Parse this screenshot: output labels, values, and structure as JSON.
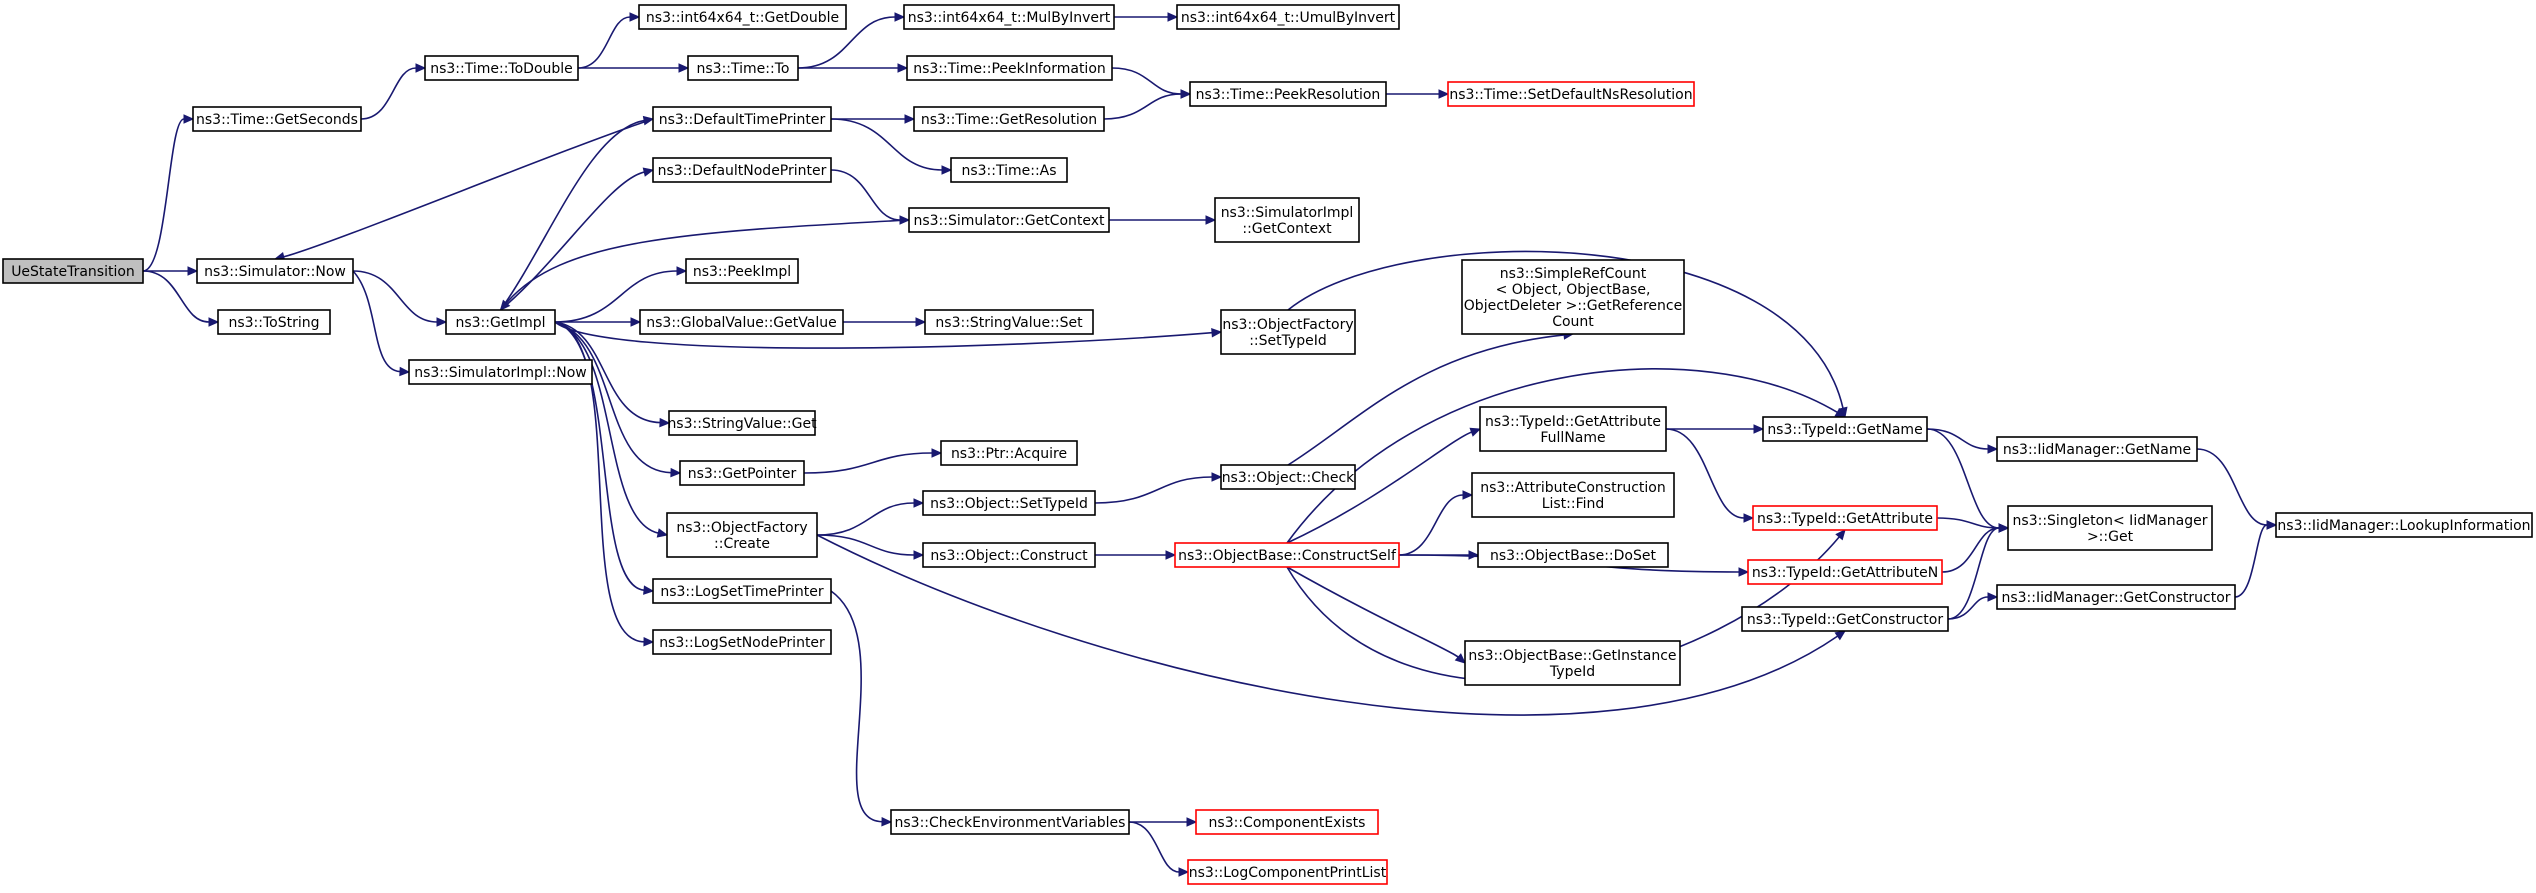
{
  "graph": {
    "root": "uestate",
    "colors": {
      "edge": "#191970",
      "node_border": "#000000",
      "incomplete_border": "#ff0000",
      "root_fill": "#bfbfbf"
    },
    "nodes": [
      {
        "id": "uestate",
        "lines": [
          "UeStateTransition"
        ],
        "root": true
      },
      {
        "id": "getseconds",
        "lines": [
          "ns3::Time::GetSeconds"
        ]
      },
      {
        "id": "simnow",
        "lines": [
          "ns3::Simulator::Now"
        ]
      },
      {
        "id": "tostring",
        "lines": [
          "ns3::ToString"
        ]
      },
      {
        "id": "todouble",
        "lines": [
          "ns3::Time::ToDouble"
        ]
      },
      {
        "id": "getimpl",
        "lines": [
          "ns3::GetImpl"
        ]
      },
      {
        "id": "simimplnow",
        "lines": [
          "ns3::SimulatorImpl::Now"
        ]
      },
      {
        "id": "i64getdouble",
        "lines": [
          "ns3::int64x64_t::GetDouble"
        ]
      },
      {
        "id": "timeto",
        "lines": [
          "ns3::Time::To"
        ]
      },
      {
        "id": "deftimeprinter",
        "lines": [
          "ns3::DefaultTimePrinter"
        ]
      },
      {
        "id": "defnodeprinter",
        "lines": [
          "ns3::DefaultNodePrinter"
        ]
      },
      {
        "id": "peekimpl",
        "lines": [
          "ns3::PeekImpl"
        ]
      },
      {
        "id": "gvgetvalue",
        "lines": [
          "ns3::GlobalValue::GetValue"
        ]
      },
      {
        "id": "svget",
        "lines": [
          "ns3::StringValue::Get"
        ]
      },
      {
        "id": "getpointer",
        "lines": [
          "ns3::GetPointer"
        ]
      },
      {
        "id": "ofcreate",
        "lines": [
          "ns3::ObjectFactory",
          "::Create"
        ]
      },
      {
        "id": "logsettime",
        "lines": [
          "ns3::LogSetTimePrinter"
        ]
      },
      {
        "id": "logsetnode",
        "lines": [
          "ns3::LogSetNodePrinter"
        ]
      },
      {
        "id": "mulbyinvert",
        "lines": [
          "ns3::int64x64_t::MulByInvert"
        ]
      },
      {
        "id": "peekinfo",
        "lines": [
          "ns3::Time::PeekInformation"
        ]
      },
      {
        "id": "getresolution",
        "lines": [
          "ns3::Time::GetResolution"
        ]
      },
      {
        "id": "timeas",
        "lines": [
          "ns3::Time::As"
        ]
      },
      {
        "id": "simgetcontext",
        "lines": [
          "ns3::Simulator::GetContext"
        ]
      },
      {
        "id": "svset",
        "lines": [
          "ns3::StringValue::Set"
        ]
      },
      {
        "id": "ptracquire",
        "lines": [
          "ns3::Ptr::Acquire"
        ]
      },
      {
        "id": "objsettypeid",
        "lines": [
          "ns3::Object::SetTypeId"
        ]
      },
      {
        "id": "objconstruct",
        "lines": [
          "ns3::Object::Construct"
        ]
      },
      {
        "id": "checkenv",
        "lines": [
          "ns3::CheckEnvironmentVariables"
        ]
      },
      {
        "id": "umulbyinvert",
        "lines": [
          "ns3::int64x64_t::UmulByInvert"
        ]
      },
      {
        "id": "peekresolution",
        "lines": [
          "ns3::Time::PeekResolution"
        ]
      },
      {
        "id": "simimplgetcontext",
        "lines": [
          "ns3::SimulatorImpl",
          "::GetContext"
        ]
      },
      {
        "id": "ofsettypeid",
        "lines": [
          "ns3::ObjectFactory",
          "::SetTypeId"
        ]
      },
      {
        "id": "objcheck",
        "lines": [
          "ns3::Object::Check"
        ]
      },
      {
        "id": "obconstructself",
        "lines": [
          "ns3::ObjectBase::ConstructSelf"
        ],
        "incomplete": true
      },
      {
        "id": "compexists",
        "lines": [
          "ns3::ComponentExists"
        ],
        "incomplete": true
      },
      {
        "id": "logcompprint",
        "lines": [
          "ns3::LogComponentPrintList"
        ],
        "incomplete": true
      },
      {
        "id": "setdefaultns",
        "lines": [
          "ns3::Time::SetDefaultNsResolution"
        ],
        "incomplete": true
      },
      {
        "id": "simplerefcount",
        "lines": [
          "ns3::SimpleRefCount",
          "< Object, ObjectBase,",
          "ObjectDeleter >::GetReference",
          "Count"
        ]
      },
      {
        "id": "getattrfullname",
        "lines": [
          "ns3::TypeId::GetAttribute",
          "FullName"
        ]
      },
      {
        "id": "attrconstrfind",
        "lines": [
          "ns3::AttributeConstruction",
          "List::Find"
        ]
      },
      {
        "id": "obdoset",
        "lines": [
          "ns3::ObjectBase::DoSet"
        ]
      },
      {
        "id": "obgetinstance",
        "lines": [
          "ns3::ObjectBase::GetInstance",
          "TypeId"
        ]
      },
      {
        "id": "tidgetname",
        "lines": [
          "ns3::TypeId::GetName"
        ]
      },
      {
        "id": "tidgetattribute",
        "lines": [
          "ns3::TypeId::GetAttribute"
        ],
        "incomplete": true
      },
      {
        "id": "tidgetattrn",
        "lines": [
          "ns3::TypeId::GetAttributeN"
        ],
        "incomplete": true
      },
      {
        "id": "tidgetconstructor",
        "lines": [
          "ns3::TypeId::GetConstructor"
        ]
      },
      {
        "id": "iidgetname",
        "lines": [
          "ns3::IidManager::GetName"
        ]
      },
      {
        "id": "singletonget",
        "lines": [
          "ns3::Singleton< IidManager",
          ">::Get"
        ]
      },
      {
        "id": "iidgetconstructor",
        "lines": [
          "ns3::IidManager::GetConstructor"
        ]
      },
      {
        "id": "iidlookup",
        "lines": [
          "ns3::IidManager::LookupInformation"
        ]
      }
    ],
    "edges": [
      [
        "uestate",
        "getseconds"
      ],
      [
        "uestate",
        "simnow"
      ],
      [
        "uestate",
        "tostring"
      ],
      [
        "getseconds",
        "todouble"
      ],
      [
        "todouble",
        "i64getdouble"
      ],
      [
        "todouble",
        "timeto"
      ],
      [
        "timeto",
        "mulbyinvert"
      ],
      [
        "timeto",
        "peekinfo"
      ],
      [
        "mulbyinvert",
        "umulbyinvert"
      ],
      [
        "peekinfo",
        "peekresolution"
      ],
      [
        "peekresolution",
        "setdefaultns"
      ],
      [
        "simnow",
        "getimpl"
      ],
      [
        "simnow",
        "simimplnow"
      ],
      [
        "deftimeprinter",
        "simnow"
      ],
      [
        "deftimeprinter",
        "getresolution"
      ],
      [
        "deftimeprinter",
        "timeas"
      ],
      [
        "getresolution",
        "peekresolution"
      ],
      [
        "getimpl",
        "deftimeprinter"
      ],
      [
        "getimpl",
        "defnodeprinter"
      ],
      [
        "getimpl",
        "peekimpl"
      ],
      [
        "getimpl",
        "gvgetvalue"
      ],
      [
        "getimpl",
        "ofsettypeid"
      ],
      [
        "getimpl",
        "svget"
      ],
      [
        "getimpl",
        "getpointer"
      ],
      [
        "getimpl",
        "ofcreate"
      ],
      [
        "getimpl",
        "logsettime"
      ],
      [
        "getimpl",
        "logsetnode"
      ],
      [
        "defnodeprinter",
        "simgetcontext"
      ],
      [
        "simgetcontext",
        "getimpl"
      ],
      [
        "simgetcontext",
        "simimplgetcontext"
      ],
      [
        "gvgetvalue",
        "svset"
      ],
      [
        "getpointer",
        "ptracquire"
      ],
      [
        "ofcreate",
        "objsettypeid"
      ],
      [
        "ofcreate",
        "objconstruct"
      ],
      [
        "ofcreate",
        "tidgetconstructor"
      ],
      [
        "objsettypeid",
        "objcheck"
      ],
      [
        "objcheck",
        "simplerefcount"
      ],
      [
        "objconstruct",
        "obconstructself"
      ],
      [
        "logsettime",
        "checkenv"
      ],
      [
        "checkenv",
        "compexists"
      ],
      [
        "checkenv",
        "logcompprint"
      ],
      [
        "ofsettypeid",
        "tidgetname"
      ],
      [
        "obconstructself",
        "getattrfullname"
      ],
      [
        "obconstructself",
        "tidgetname"
      ],
      [
        "obconstructself",
        "attrconstrfind"
      ],
      [
        "obconstructself",
        "obdoset"
      ],
      [
        "obconstructself",
        "tidgetattrn"
      ],
      [
        "obconstructself",
        "obgetinstance"
      ],
      [
        "obconstructself",
        "tidgetattribute"
      ],
      [
        "getattrfullname",
        "tidgetname"
      ],
      [
        "getattrfullname",
        "tidgetattribute"
      ],
      [
        "tidgetname",
        "iidgetname"
      ],
      [
        "tidgetname",
        "singletonget"
      ],
      [
        "tidgetattribute",
        "singletonget"
      ],
      [
        "tidgetattrn",
        "singletonget"
      ],
      [
        "tidgetconstructor",
        "singletonget"
      ],
      [
        "tidgetconstructor",
        "iidgetconstructor"
      ],
      [
        "iidgetname",
        "iidlookup"
      ],
      [
        "iidgetconstructor",
        "iidlookup"
      ]
    ]
  }
}
